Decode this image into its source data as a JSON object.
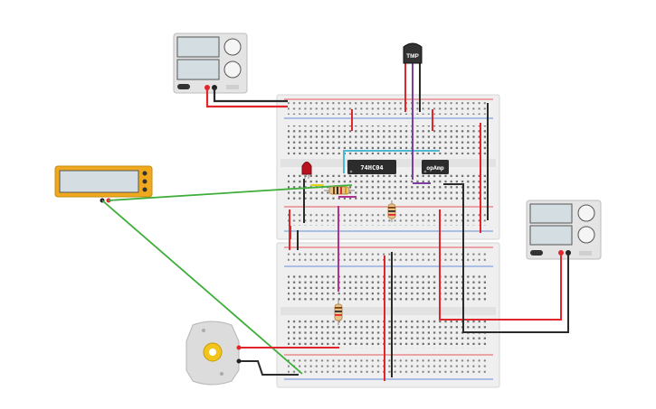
{
  "components": {
    "sensor": {
      "label": "TMP"
    },
    "chip1": {
      "label": "74HC04"
    },
    "chip2": {
      "label": "opAmp"
    }
  },
  "colors": {
    "wire_red": "#e0262b",
    "wire_black": "#2b2b2b",
    "wire_green": "#3fae3a",
    "wire_purple": "#7b3fa0",
    "wire_magenta": "#b0338e",
    "wire_cyan": "#4fb9d3",
    "multimeter_body": "#f0a91e",
    "supply_body": "#e4e4e4",
    "breadboard": "#efefef",
    "motor_gear": "#f2c51d"
  },
  "icons": [
    "power-supply-icon",
    "multimeter-icon",
    "motor-icon",
    "temperature-sensor-icon",
    "led-icon",
    "resistor-icon",
    "ic-chip-icon"
  ]
}
